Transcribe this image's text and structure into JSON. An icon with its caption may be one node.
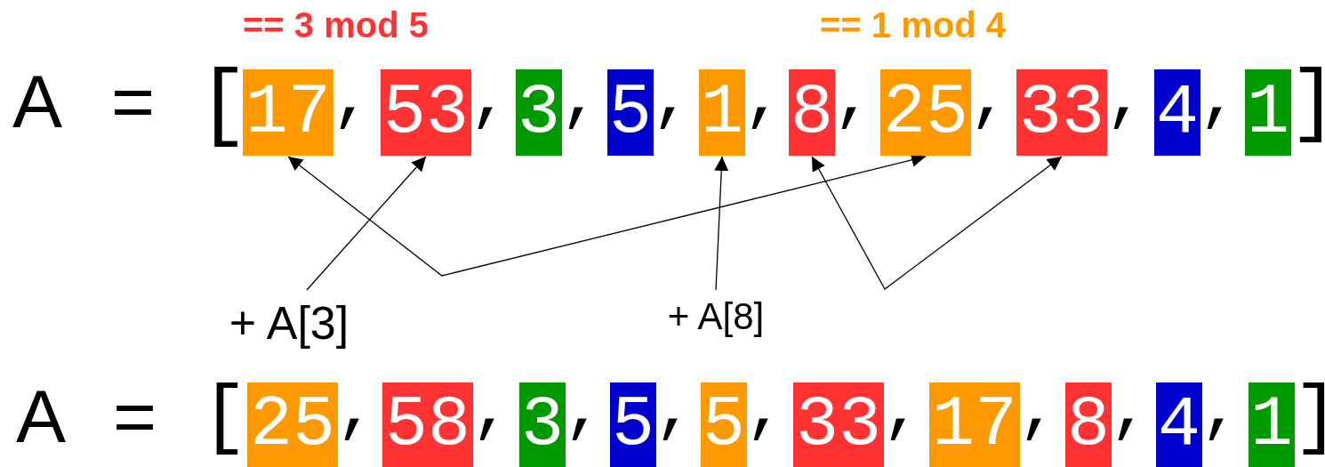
{
  "diagram": {
    "nodes": [
      {
        "text": [
          "17"
        ]
      },
      {
        "text": [
          "53"
        ]
      },
      {
        "text": [
          "3"
        ]
      },
      {
        "text": [
          "5"
        ]
      },
      {
        "text": [
          "1"
        ]
      },
      {
        "text": [
          "8"
        ]
      },
      {
        "text": [
          "25"
        ]
      },
      {
        "text": [
          "33"
        ]
      },
      {
        "text": [
          "4"
        ]
      },
      {
        "text": [
          "1"
        ]
      },
      {
        "text": [
          "+ A[3]"
        ]
      },
      {
        "text": [
          "+ A[8]"
        ]
      },
      {
        "text": [
          "25"
        ]
      },
      {
        "text": [
          "58"
        ]
      },
      {
        "text": [
          "3"
        ]
      },
      {
        "text": [
          "5"
        ]
      },
      {
        "text": [
          "5"
        ]
      },
      {
        "text": [
          "33"
        ]
      },
      {
        "text": [
          "17"
        ]
      },
      {
        "text": [
          "8"
        ]
      },
      {
        "text": [
          "4"
        ]
      },
      {
        "text": [
          "1"
        ]
      }
    ],
    "edges": [
      {
        "from": 10,
        "to": 1,
        "arrow": "to"
      },
      {
        "from": 11,
        "to": 4,
        "arrow": "to"
      },
      {
        "from": 0,
        "to": 6,
        "arrow": "both"
      },
      {
        "from": 5,
        "to": 7,
        "arrow": "both"
      }
    ],
    "labels": [
      "== 3 mod 5",
      "== 1 mod 4",
      "A",
      "=",
      "[",
      ",",
      ",",
      ",",
      ",",
      ",",
      ",",
      ",",
      ",",
      ",",
      "]",
      "A",
      "=",
      "[",
      ",",
      ",",
      ",",
      ",",
      ",",
      ",",
      ",",
      ",",
      ",",
      "]"
    ]
  }
}
